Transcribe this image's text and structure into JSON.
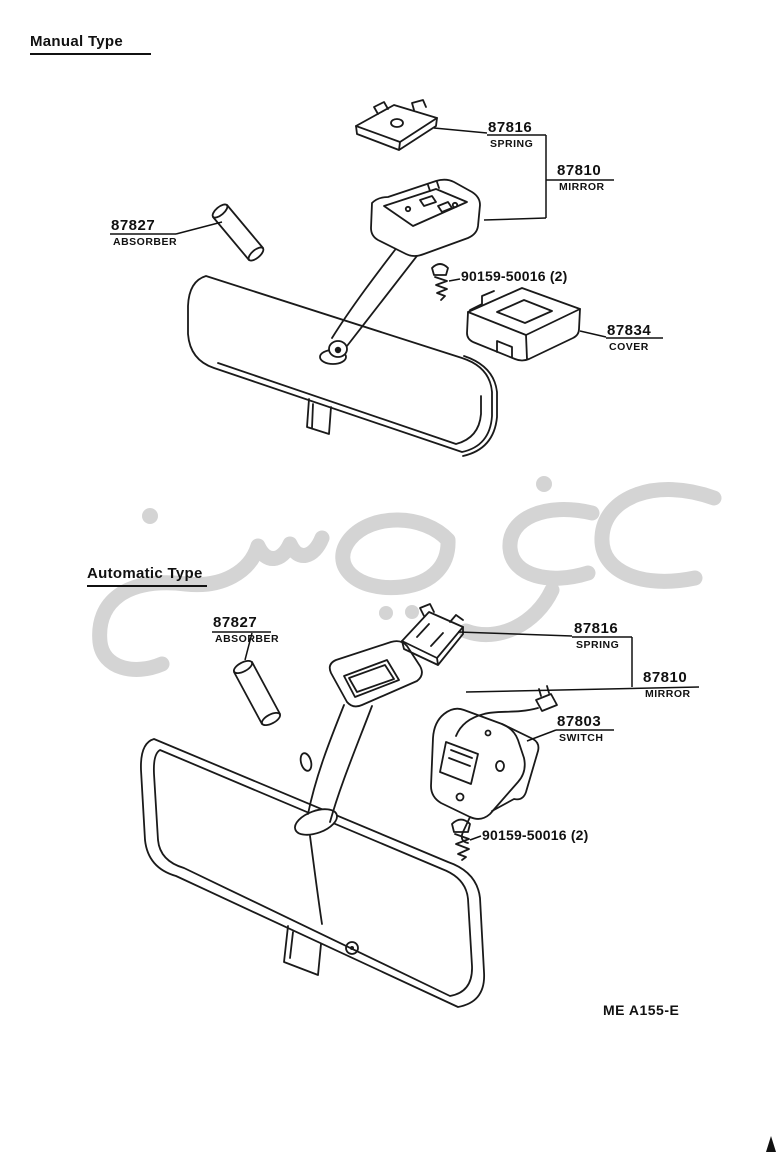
{
  "page": {
    "ink_color": "#111111",
    "watermark_color": "#d4d4d4",
    "footer_code": "ME A155-E"
  },
  "manual": {
    "heading": "Manual Type",
    "labels": {
      "spring": {
        "part": "87816",
        "name": "SPRING"
      },
      "mirror": {
        "part": "87810",
        "name": "MIRROR"
      },
      "absorber": {
        "part": "87827",
        "name": "ABSORBER"
      },
      "screw": {
        "part": "90159-50016 (2)"
      },
      "cover": {
        "part": "87834",
        "name": "COVER"
      }
    }
  },
  "automatic": {
    "heading": "Automatic Type",
    "labels": {
      "absorber": {
        "part": "87827",
        "name": "ABSORBER"
      },
      "spring": {
        "part": "87816",
        "name": "SPRING"
      },
      "mirror": {
        "part": "87810",
        "name": "MIRROR"
      },
      "switch": {
        "part": "87803",
        "name": "SWITCH"
      },
      "screw": {
        "part": "90159-50016 (2)"
      }
    }
  }
}
